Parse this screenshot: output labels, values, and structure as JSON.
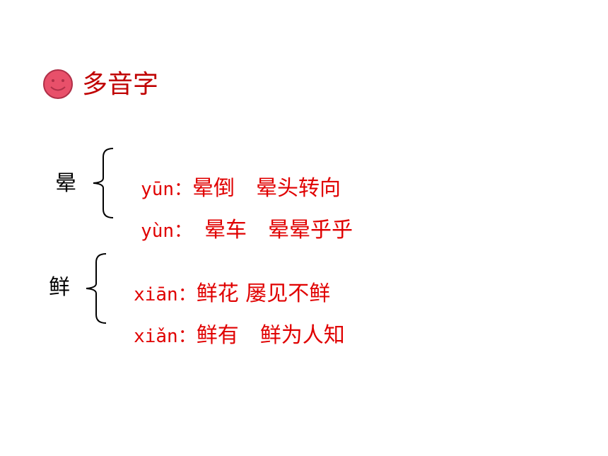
{
  "title": "多音字",
  "colors": {
    "text_red": "#e00000",
    "title_red": "#c00000",
    "smiley_fill": "#e8506a"
  },
  "icon": "smiley-face-icon",
  "groups": [
    {
      "char": "晕",
      "readings": [
        {
          "pinyin": "yūn：",
          "words": "晕倒　晕头转向"
        },
        {
          "pinyin": "yùn：",
          "words": "　晕车　晕晕乎乎"
        }
      ]
    },
    {
      "char": "鲜",
      "readings": [
        {
          "pinyin": "xiān：",
          "words": "鲜花 屡见不鲜"
        },
        {
          "pinyin": "xiǎn：",
          "words": "鲜有　鲜为人知"
        }
      ]
    }
  ]
}
